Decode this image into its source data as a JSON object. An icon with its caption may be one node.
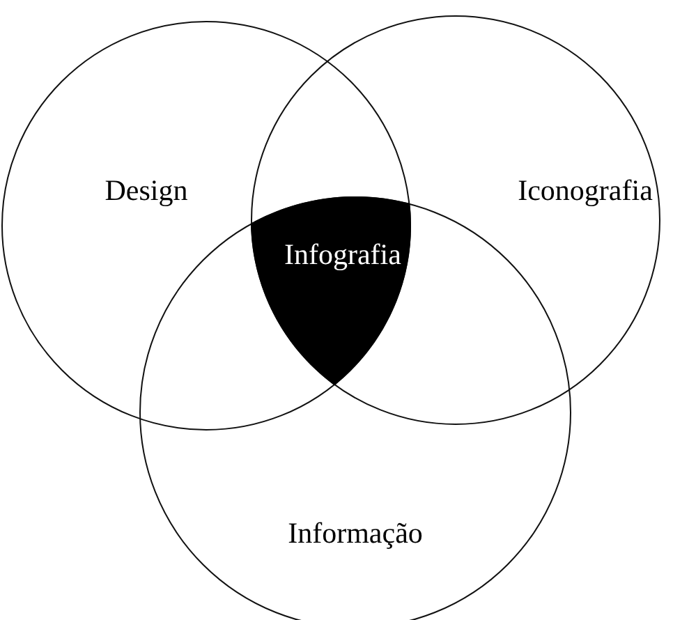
{
  "diagram": {
    "nodes": [
      {
        "text": [
          "Design"
        ]
      },
      {
        "text": [
          "Iconografia"
        ]
      },
      {
        "text": [
          "Informação"
        ]
      },
      {
        "text": [
          "Infografia"
        ]
      }
    ]
  }
}
